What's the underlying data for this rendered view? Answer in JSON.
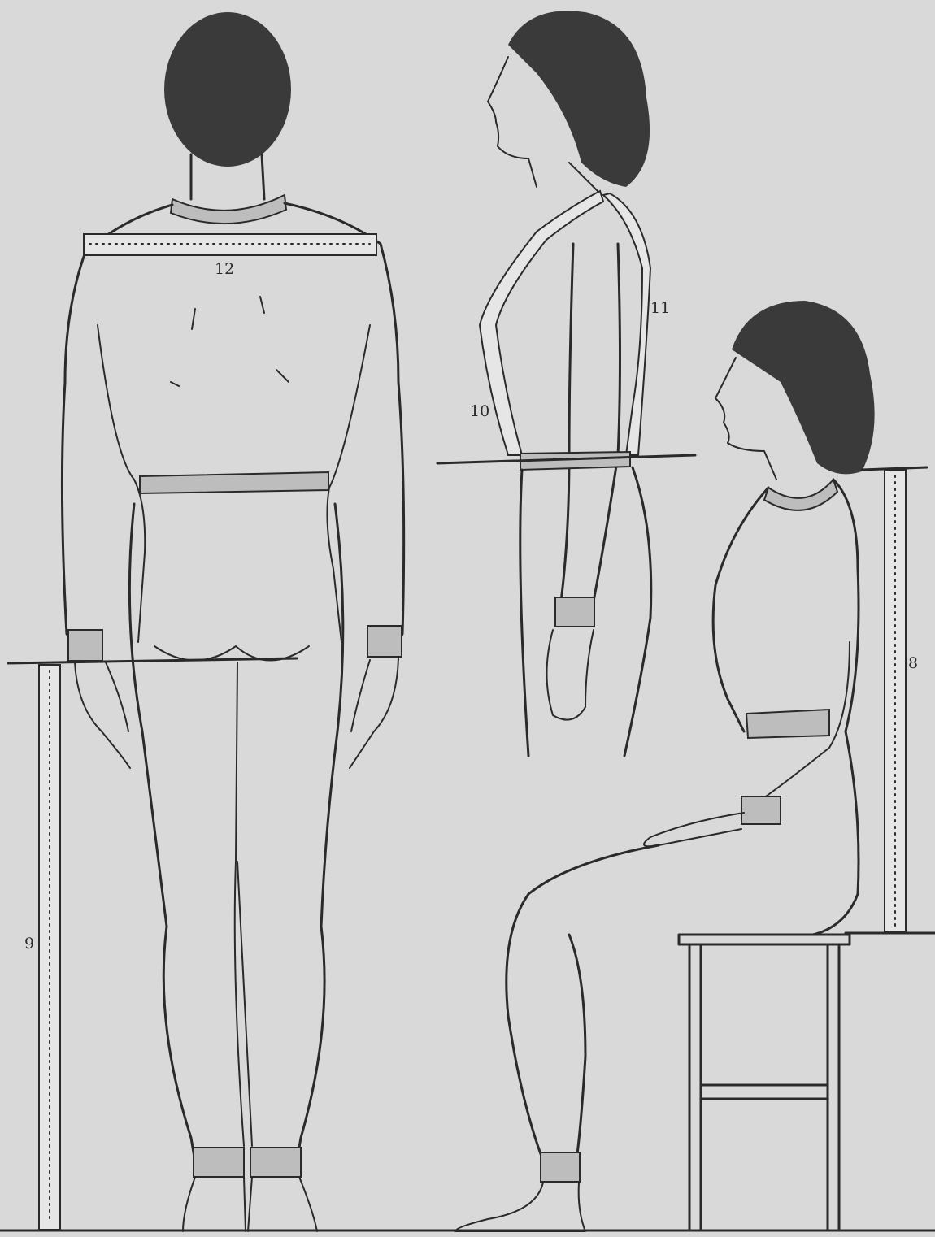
{
  "labels": {
    "shoulder_width": "12",
    "shoulder_to_waist_back": "11",
    "neck_to_waist_front": "10",
    "seated_height": "8",
    "waist_height": "9"
  },
  "colors": {
    "paper": "#d9d9d9",
    "ink": "#2a2a2a",
    "hair": "#3a3a3a"
  }
}
